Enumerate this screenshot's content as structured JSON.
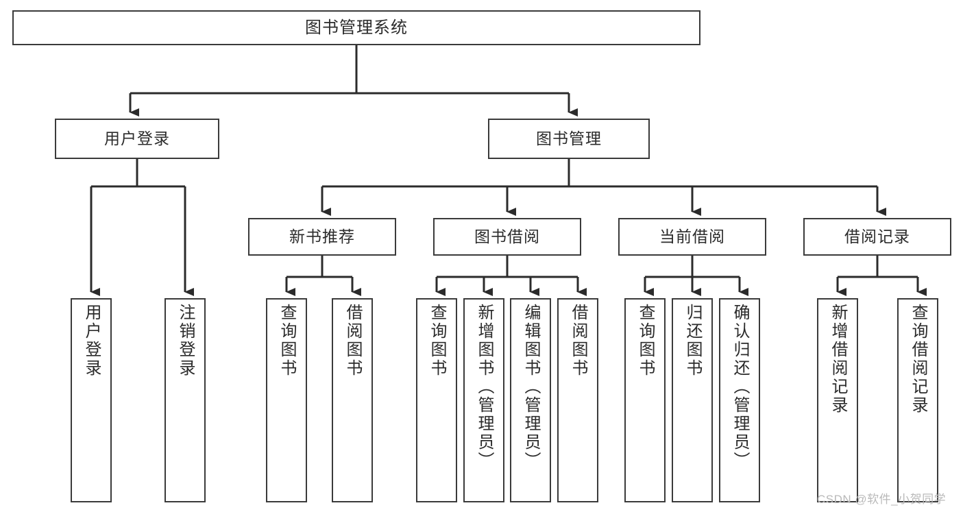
{
  "diagram": {
    "type": "tree-hierarchy-chart",
    "title": "图书管理系统",
    "colors": {
      "box_border": "#3a3a3a",
      "box_fill": "#ffffff",
      "connector": "#2b2b2b",
      "text": "#2b2b2b",
      "watermark": "#b9b9b9",
      "background": "#ffffff"
    },
    "root": {
      "label": "图书管理系统"
    },
    "level2": [
      {
        "id": "user-login",
        "label": "用户登录"
      },
      {
        "id": "book-management",
        "label": "图书管理"
      }
    ],
    "level3": [
      {
        "id": "new-book-recommend",
        "label": "新书推荐"
      },
      {
        "id": "book-borrow",
        "label": "图书借阅"
      },
      {
        "id": "current-borrow",
        "label": "当前借阅"
      },
      {
        "id": "borrow-record",
        "label": "借阅记录"
      }
    ],
    "leaves": {
      "user_login": [
        {
          "id": "leaf-user-login",
          "label": "用户登录"
        },
        {
          "id": "leaf-logout-login",
          "label": "注销登录"
        }
      ],
      "new_book_recommend": [
        {
          "id": "leaf-query-book-1",
          "label": "查询图书"
        },
        {
          "id": "leaf-borrow-book-1",
          "label": "借阅图书"
        }
      ],
      "book_borrow": [
        {
          "id": "leaf-query-book-2",
          "label": "查询图书"
        },
        {
          "id": "leaf-add-book",
          "label": "新增图书（管理员）"
        },
        {
          "id": "leaf-edit-book",
          "label": "编辑图书（管理员）"
        },
        {
          "id": "leaf-borrow-book-2",
          "label": "借阅图书"
        }
      ],
      "current_borrow": [
        {
          "id": "leaf-query-book-3",
          "label": "查询图书"
        },
        {
          "id": "leaf-return-book",
          "label": "归还图书"
        },
        {
          "id": "leaf-confirm-return",
          "label": "确认归还（管理员）"
        }
      ],
      "borrow_record": [
        {
          "id": "leaf-add-record",
          "label": "新增借阅记录"
        },
        {
          "id": "leaf-query-record",
          "label": "查询借阅记录"
        }
      ]
    }
  },
  "watermark": {
    "text": "CSDN @软件_小贺同学"
  }
}
